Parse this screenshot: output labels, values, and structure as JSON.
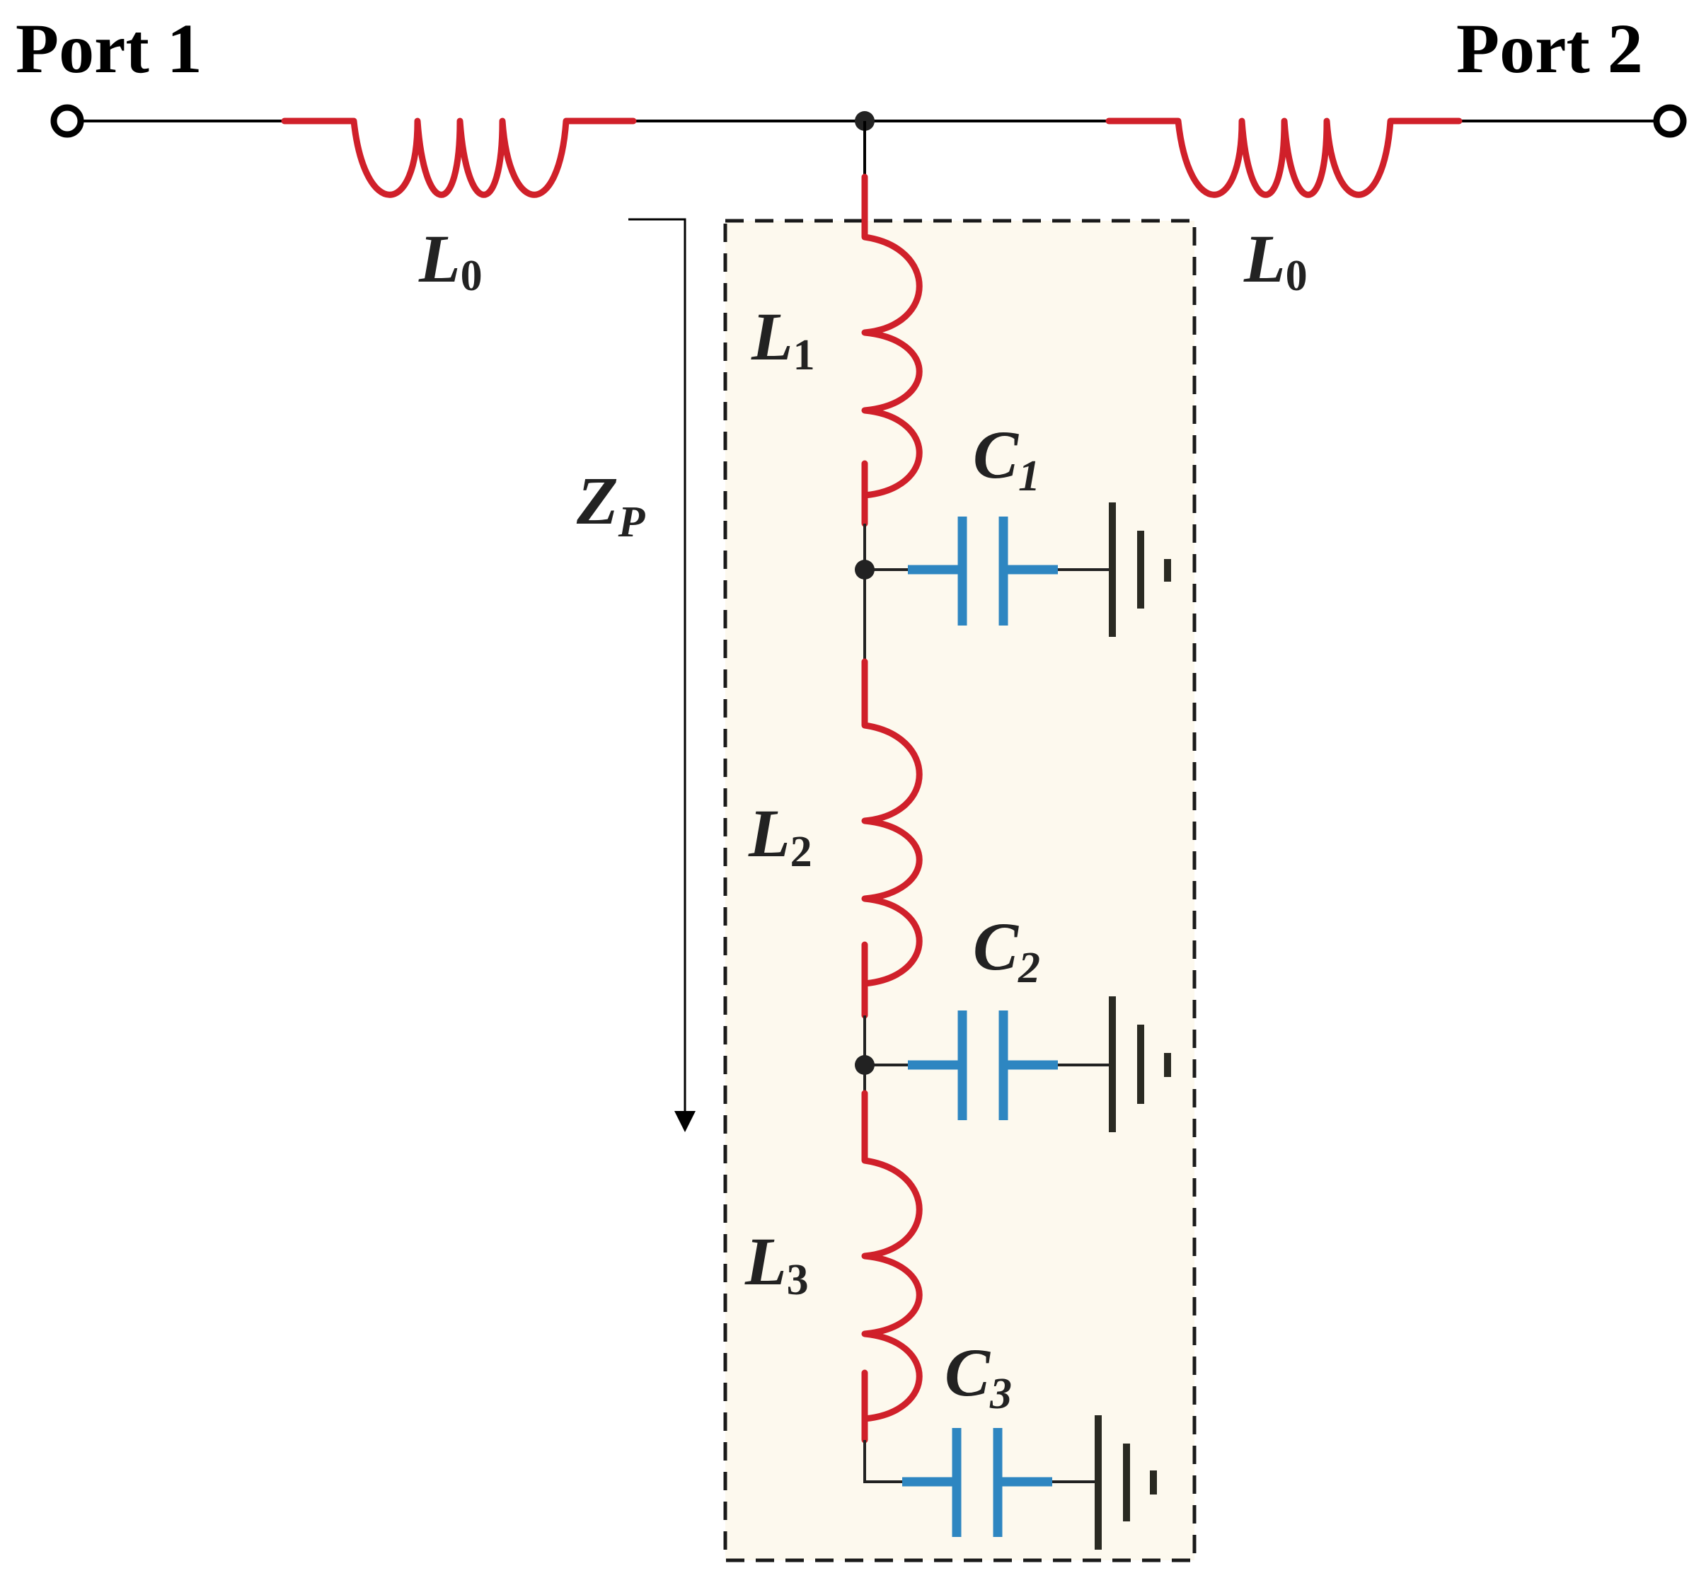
{
  "ports": {
    "port1": "Port 1",
    "port2": "Port 2"
  },
  "labels": {
    "L0_left": {
      "sym": "L",
      "sub": "0"
    },
    "L0_right": {
      "sym": "L",
      "sub": "0"
    },
    "L1": {
      "sym": "L",
      "sub": "1"
    },
    "L2": {
      "sym": "L",
      "sub": "2"
    },
    "L3": {
      "sym": "L",
      "sub": "3"
    },
    "C1": {
      "sym": "C",
      "sub": "1"
    },
    "C2": {
      "sym": "C",
      "sub": "2"
    },
    "C3": {
      "sym": "C",
      "sub": "3"
    },
    "ZP": {
      "sym": "Z",
      "sub": "P"
    }
  },
  "colors": {
    "inductor": "#d0202a",
    "capacitor": "#2e86c1",
    "ground": "#2a2a22",
    "wire": "#000000",
    "box_fill": "#fdf9ee"
  }
}
